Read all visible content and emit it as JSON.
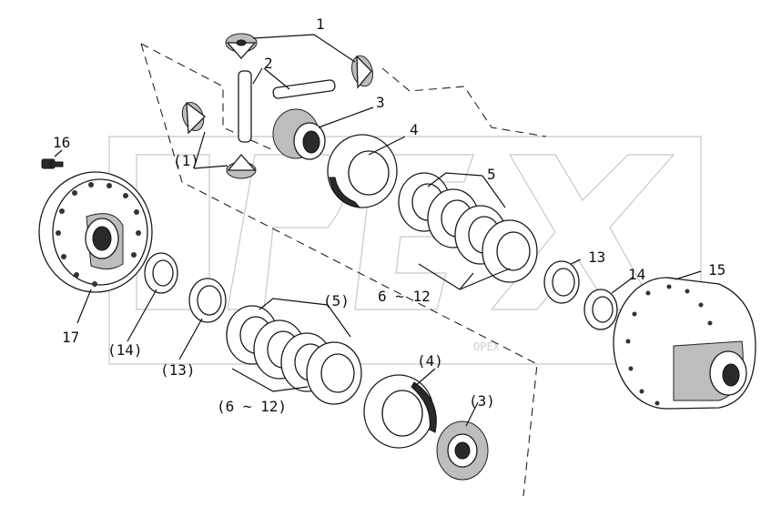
{
  "watermark_text": "OPEX",
  "callouts": {
    "c1": "1",
    "c2": "2",
    "c3": "3",
    "c4": "4",
    "c5": "5",
    "c6_12": "6 ~ 12",
    "c13": "13",
    "c14": "14",
    "c15": "15",
    "c16": "16",
    "c17": "17",
    "p1": "(1)",
    "p3": "(3)",
    "p4": "(4)",
    "p5": "(5)",
    "p6_12": "(6 ~ 12)",
    "p13": "(13)",
    "p14": "(14)"
  }
}
